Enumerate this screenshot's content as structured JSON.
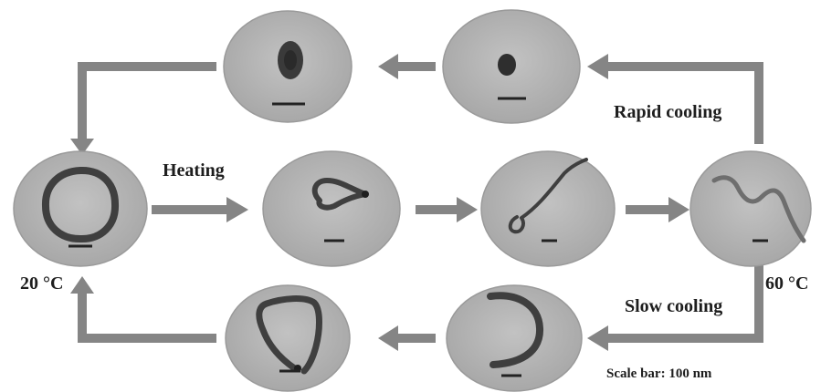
{
  "labels": {
    "heating": "Heating",
    "rapid_cooling": "Rapid cooling",
    "slow_cooling": "Slow cooling",
    "temp_low": "20 °C",
    "temp_high": "60 °C",
    "scale_bar": "Scale bar: 100 nm"
  },
  "colors": {
    "arrow": "#858585",
    "ellipse": "#b3b3b3",
    "ellipse_edge": "#9a9a9a",
    "structure": "#3f3f3f",
    "text": "#1e1e1e"
  },
  "micrographs": [
    {
      "id": "ring-20c",
      "shape": "ring"
    },
    {
      "id": "heating-loop-small",
      "shape": "small-loop-tail"
    },
    {
      "id": "heating-loop-long",
      "shape": "loop-long-tail"
    },
    {
      "id": "chain-60c",
      "shape": "extended-chain"
    },
    {
      "id": "rapid-dot-1",
      "shape": "globule"
    },
    {
      "id": "rapid-dot-2",
      "shape": "globule"
    },
    {
      "id": "slow-arc",
      "shape": "arc"
    },
    {
      "id": "slow-ring-open",
      "shape": "open-ring"
    }
  ]
}
